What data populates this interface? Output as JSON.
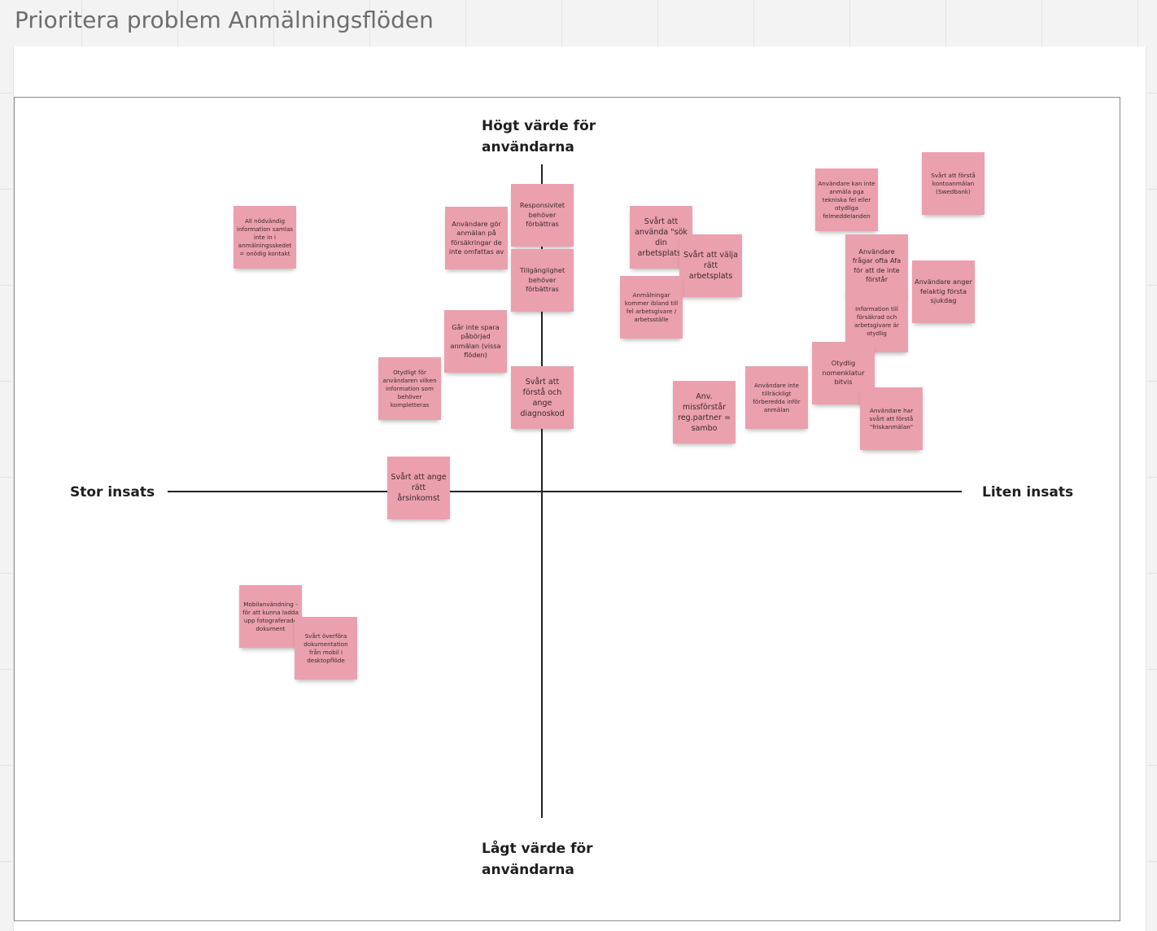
{
  "board": {
    "title": "Prioritera problem Anmälningsflöden"
  },
  "axes": {
    "top": "Högt värde för användarna",
    "bottom": "Lågt värde för användarna",
    "left": "Stor insats",
    "right": "Liten insats"
  },
  "notes": [
    "All nödvändig information samlas inte in i anmälningsskedet = onödig kontakt",
    "Användare gör anmälan på försäkringar de inte omfattas av",
    "Responsivitet behöver förbättras",
    "Tillgänglighet behöver förbättras",
    "Går inte spara påbörjad anmälan (vissa flöden)",
    "Otydligt för användaren vilken information som behöver kompletteras",
    "Svårt att förstå och ange diagnoskod",
    "Svårt att ange rätt årsinkomst",
    "Svårt att använda \"sök din arbetsplats\"",
    "Svårt att välja rätt arbetsplats",
    "Anmälningar kommer ibland till fel arbetsgivare / arbetsställe",
    "Anv. missförstår reg.partner = sambo",
    "Användare inte tillräckligt förberedda inför anmälan",
    "Användare kan inte anmäla pga tekniska fel eller otydliga felmeddelanden",
    "Svårt att förstå kontoanmälan (Swedbank)",
    "Användare frågar ofta Afa för att de inte förstår",
    "Användare anger felaktig första sjukdag",
    "Information till försäkrad och arbetsgivare är otydlig",
    "Otydlig nomenklatur bitvis",
    "Användare har svårt att förstå \"friskanmälan\"",
    "Mobilanvändning - för att kunna ladda upp fotograferade dokument",
    "Svårt överföra dokumentation från mobil i desktopflöde"
  ]
}
